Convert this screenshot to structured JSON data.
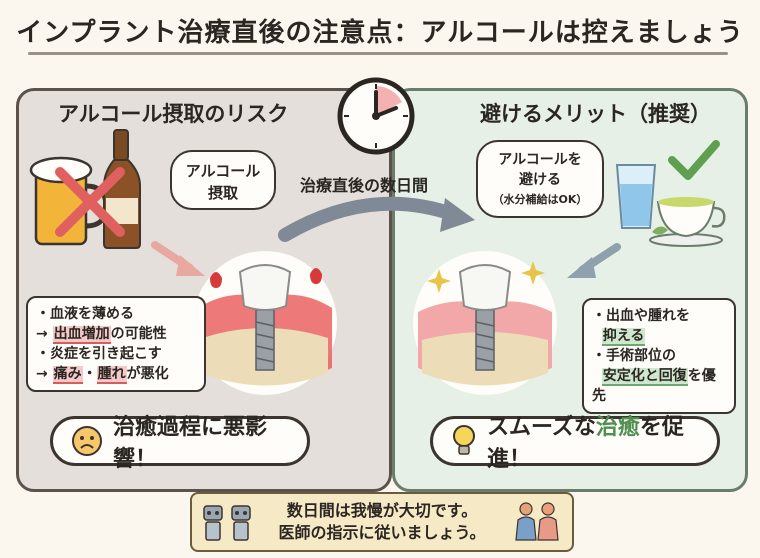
{
  "title": "インプラント治療直後の注意点：アルコールは控えましょう",
  "center": {
    "period_label": "治療直後の数日間"
  },
  "left": {
    "heading": "アルコール摂取のリスク",
    "bubble": [
      "アルコール",
      "摂取"
    ],
    "risks": [
      {
        "bullet": "・血液を薄める",
        "prefix": "→ ",
        "highlight": "出血増加",
        "suffix": "の可能性"
      },
      {
        "bullet": "・炎症を引き起こす",
        "prefix": "→ ",
        "highlight": "痛み",
        "mid": "・",
        "highlight2": "腫れ",
        "suffix": "が悪化"
      }
    ],
    "callout": "治癒過程に悪影響！"
  },
  "right": {
    "heading": "避けるメリット（推奨）",
    "bubble": [
      "アルコールを",
      "避ける",
      "（水分補給はOK）"
    ],
    "benefits": [
      {
        "bullet": "・出血や腫れを",
        "highlight": "抑える"
      },
      {
        "bullet": "・手術部位の",
        "highlight": "安定化と回復",
        "suffix": "を優先"
      }
    ],
    "callout_pre": "スムーズな",
    "callout_highlight": "治癒",
    "callout_post": "を促進！"
  },
  "bottom": {
    "line1": "数日間は我慢が大切です。",
    "line2": "医師の指示に従いましょう。"
  },
  "colors": {
    "risk": "#d85c5c",
    "safe": "#6fa86f",
    "panel_left": "#e4dfda",
    "panel_right": "#e6f0e6"
  }
}
